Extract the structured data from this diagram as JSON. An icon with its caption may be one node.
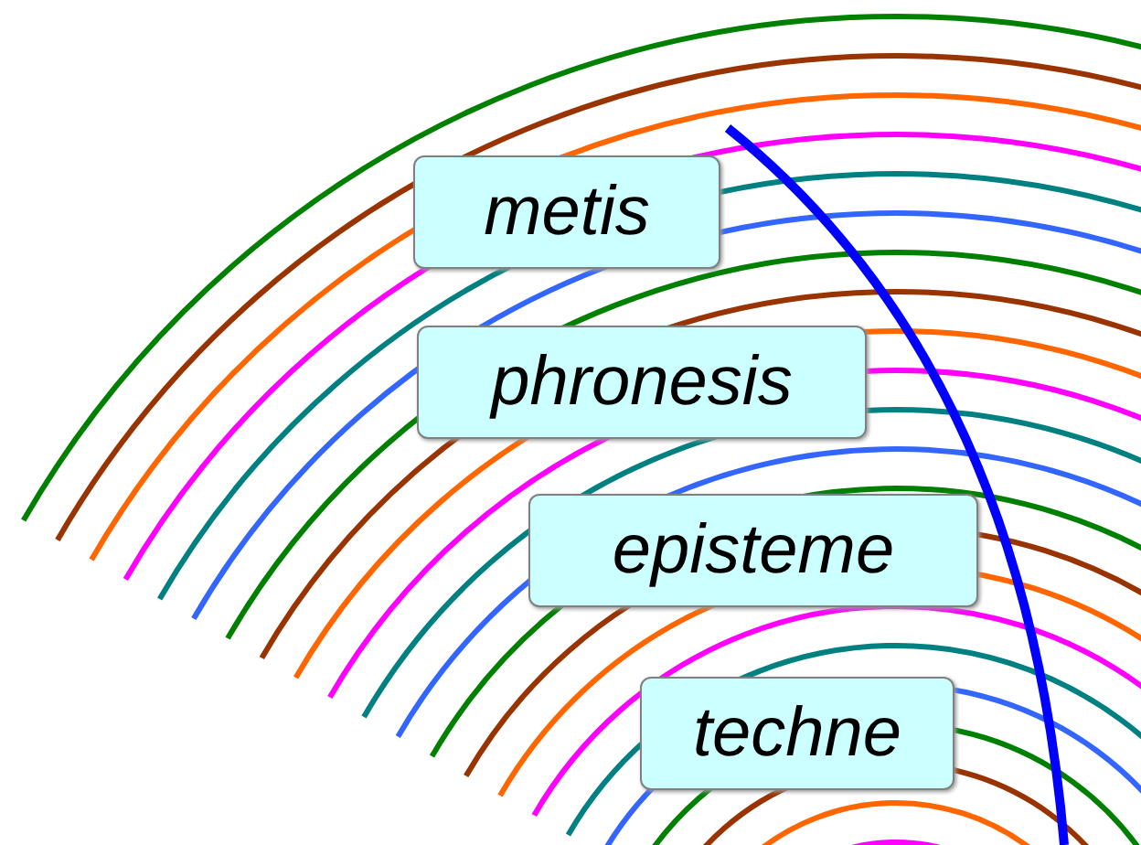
{
  "diagram": {
    "nodes": [
      {
        "text": [
          "metis"
        ]
      },
      {
        "text": [
          "phronesis"
        ]
      },
      {
        "text": [
          "episteme"
        ]
      },
      {
        "text": [
          "techne"
        ]
      }
    ]
  }
}
